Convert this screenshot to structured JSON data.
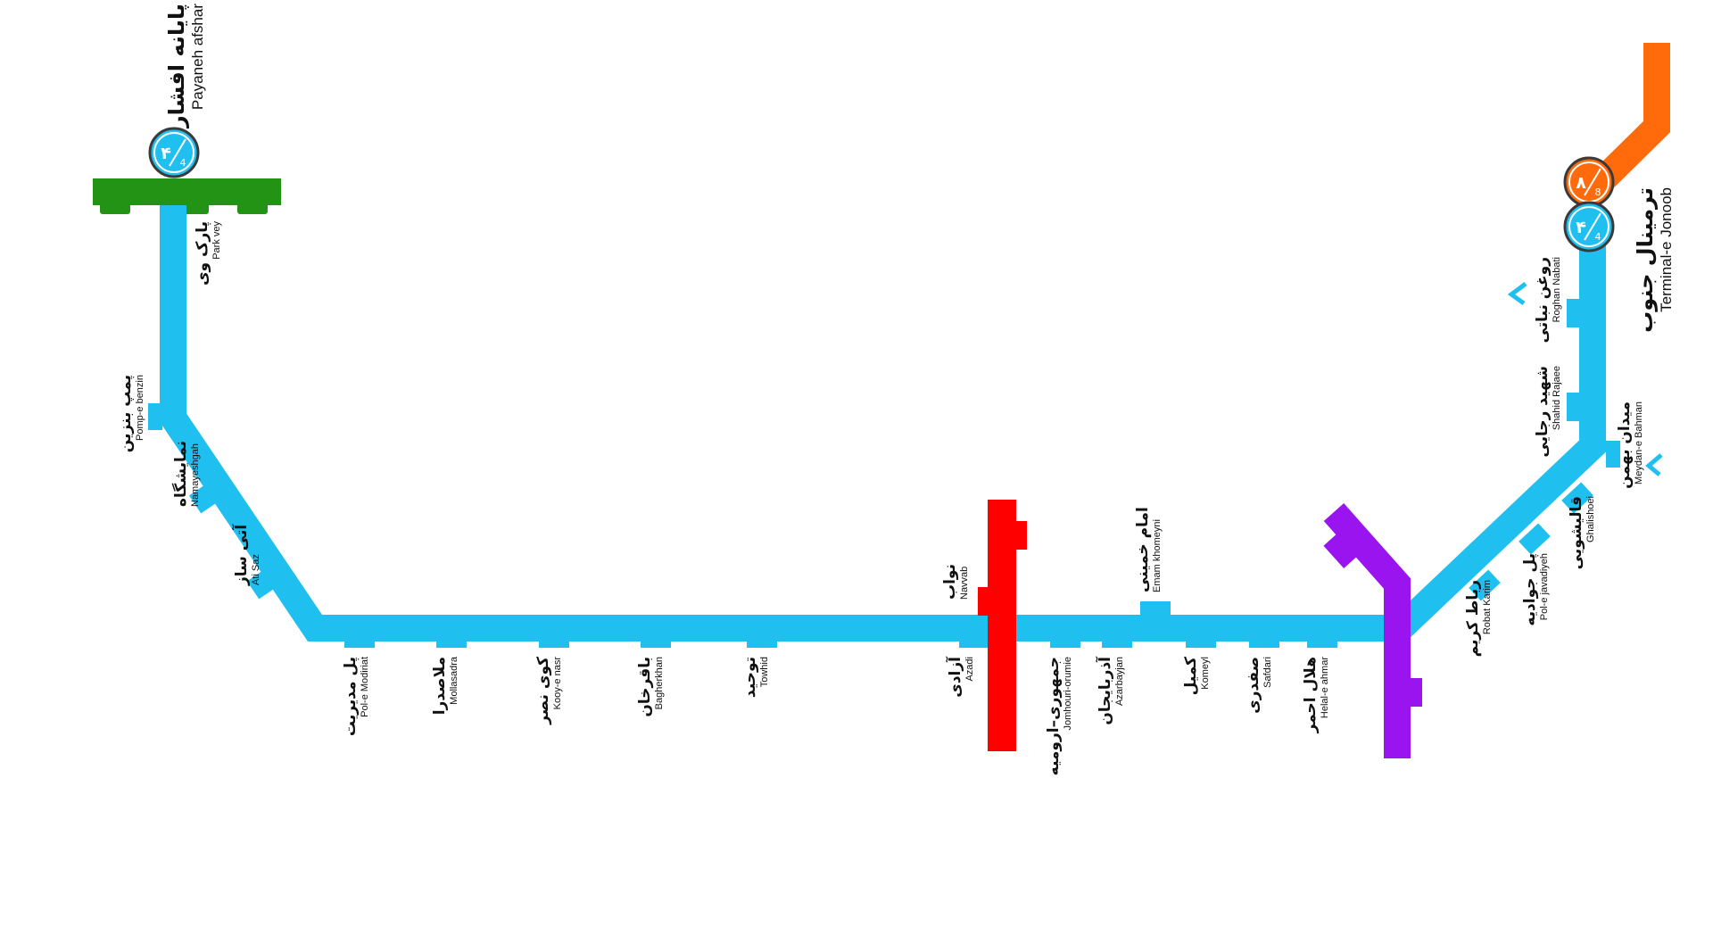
{
  "line": {
    "number": "4",
    "color": "#1fbff0"
  },
  "colors": {
    "line4": "#1fbff0",
    "green_line": "#229315",
    "red_line": "#ff0000",
    "purple_line": "#9a14ef",
    "orange_line": "#ff6a0b"
  },
  "termini": {
    "west": {
      "fa": "پایانه افشار",
      "en": "Payaneh afshar",
      "badge": "۴",
      "badge_sub": "4"
    },
    "east": {
      "fa": "ترمینال جنوب",
      "en": "Terminal-e Jonoob",
      "badge": "۴",
      "badge_sub": "4",
      "badge2": "۸",
      "badge2_sub": "8"
    }
  },
  "stations": {
    "park_vey": {
      "fa": "پارک وی",
      "en": "Park vey"
    },
    "pomp_benzin": {
      "fa": "پمپ بنزین",
      "en": "Pomp-e benzin"
    },
    "namayeshgah": {
      "fa": "نمایشگاه",
      "en": "Namayeshgah"
    },
    "ati_saz": {
      "fa": "آتی ساز",
      "en": "Ati Saz"
    },
    "pol_modiriat": {
      "fa": "پل مدیریت",
      "en": "Pol-e Modiriat"
    },
    "mollasadra": {
      "fa": "ملاصدرا",
      "en": "Mollasadra"
    },
    "kooy_nasr": {
      "fa": "کوی نصر",
      "en": "Kooy-e nasr"
    },
    "bagherkhan": {
      "fa": "باقرخان",
      "en": "Bagherkhan"
    },
    "towhid": {
      "fa": "توحید",
      "en": "Towhid"
    },
    "azadi": {
      "fa": "آزادی",
      "en": "Azadi"
    },
    "navvab": {
      "fa": "نواب",
      "en": "Navvab"
    },
    "jomhouri": {
      "fa": "جمهوری–ارومیه",
      "en": "Jomhouri-orumie"
    },
    "azarbayjan": {
      "fa": "آذربایجان",
      "en": "Azarbayjan"
    },
    "emam_khomeyni": {
      "fa": "امام خمینی",
      "en": "Emam khomeyni"
    },
    "komeyl": {
      "fa": "کمیل",
      "en": "Komeyl"
    },
    "safdari": {
      "fa": "صفدری",
      "en": "Safdari"
    },
    "helal_ahmar": {
      "fa": "هلال احمر",
      "en": "Helal-e ahmar"
    },
    "robat_karim": {
      "fa": "رباط کریم",
      "en": "Robat Karim"
    },
    "pol_javadiyeh": {
      "fa": "پل جوادیه",
      "en": "Pol-e javadiyeh"
    },
    "ghalishoei": {
      "fa": "قالیشویی",
      "en": "Ghalishoei"
    },
    "meydan_bahman": {
      "fa": "میدان بهمن",
      "en": "Meydan-e Bahman"
    },
    "shahid_rajaee": {
      "fa": "شهید رجایی",
      "en": "Shahid Rajaee"
    },
    "roghan_nabati": {
      "fa": "روغن نباتی",
      "en": "Roghan Nabati"
    }
  }
}
